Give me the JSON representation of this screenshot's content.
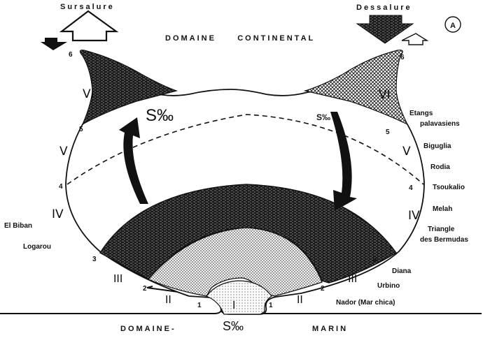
{
  "figure_label": "A",
  "header": {
    "left_arrow_label": "Sursalure",
    "right_arrow_label": "Dessalure",
    "domain_top": "DOMAINE     CONTINENTAL"
  },
  "footer": {
    "domain_left": "DOMAINE-",
    "domain_right": "MARIN",
    "salinity_symbol": "S‰"
  },
  "salinity_labels": {
    "left_arrow": "S‰",
    "right_arrow": "S‰"
  },
  "zones": {
    "roman": [
      "I",
      "II",
      "III",
      "IV",
      "V",
      "VI"
    ],
    "boundary_numbers": [
      "1",
      "2",
      "3",
      "4",
      "5",
      "6"
    ]
  },
  "left_lagoons": [
    "El Biban",
    "Logarou"
  ],
  "right_lagoons": [
    "Etangs",
    "palavasiens",
    "Biguglia",
    "Rodia",
    "Tsoukalio",
    "Melah",
    "Triangle",
    "des Bermudas",
    "Diana",
    "Urbino",
    "Nador (Mar chica)"
  ],
  "colors": {
    "ink": "#111111",
    "background": "#ffffff",
    "dense_fill": "#2a2a2a",
    "light_stipple": "#d8d8d8"
  }
}
